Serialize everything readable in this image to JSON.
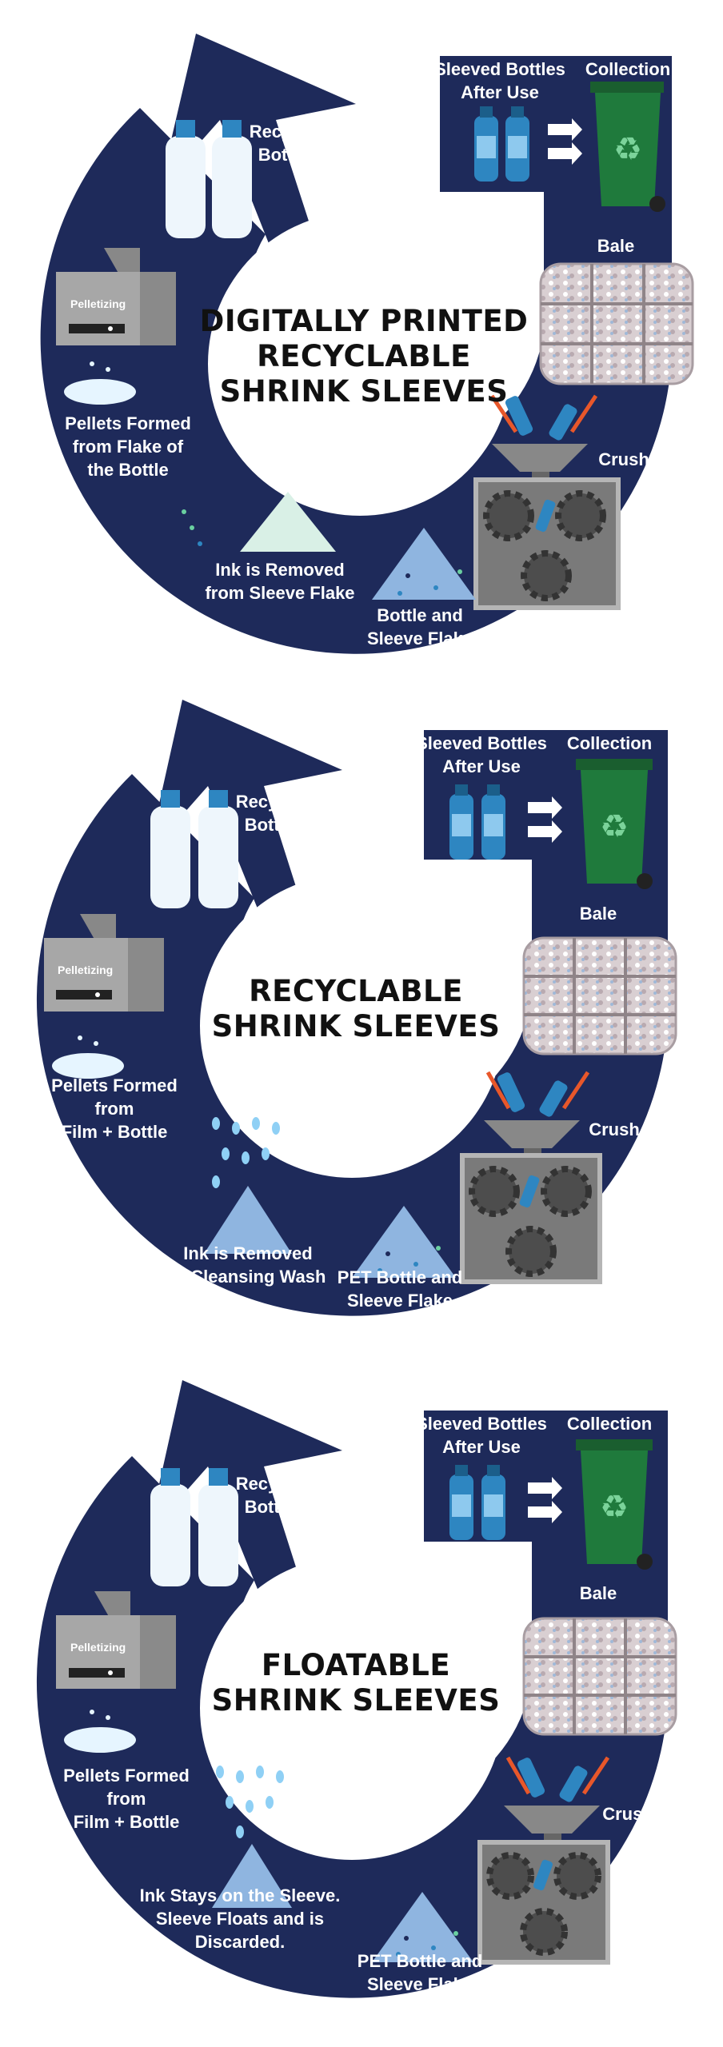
{
  "panels": [
    {
      "title": "DIGITALLY PRINTED\nRECYCLABLE\nSHRINK SLEEVES",
      "labels": {
        "sleeved_bottles": "Sleeved Bottles\nAfter Use",
        "collection": "Collection",
        "bale": "Bale",
        "crush": "Crush",
        "flake": "Bottle and\nSleeve Flake",
        "ink": "Ink is Removed\nfrom Sleeve Flake",
        "pellets": "Pellets Formed\nfrom Flake of\nthe Bottle",
        "pelletizing": "Pelletizing",
        "recycled": "Recycled\nBottles"
      }
    },
    {
      "title": "RECYCLABLE\nSHRINK SLEEVES",
      "labels": {
        "sleeved_bottles": "Sleeved Bottles\nAfter Use",
        "collection": "Collection",
        "bale": "Bale",
        "crush": "Crush",
        "flake": "PET Bottle and\nSleeve Flake",
        "ink": "Ink is Removed\nin Cleansing Wash",
        "pellets": "Pellets Formed\nfrom\nFilm + Bottle",
        "pelletizing": "Pelletizing",
        "recycled": "Recycled\nBottles"
      }
    },
    {
      "title": "FLOATABLE\nSHRINK SLEEVES",
      "labels": {
        "sleeved_bottles": "Sleeved Bottles\nAfter Use",
        "collection": "Collection",
        "bale": "Bale",
        "crush": "Crush",
        "flake": "PET Bottle and\nSleeve Flake",
        "ink": "Ink Stays on the Sleeve.\nSleeve Floats and is\nDiscarded.",
        "pellets": "Pellets Formed\nfrom\nFilm + Bottle",
        "pelletizing": "Pelletizing",
        "recycled": "Recycled\nBottles"
      }
    }
  ],
  "colors": {
    "navy": "#1e2a5a",
    "bin_green": "#1f7a3c",
    "bottle_blue": "#2e86c1",
    "arrow_orange": "#e8572a"
  },
  "icons": [
    "bottle-icon",
    "recycle-bin-icon",
    "bale-icon",
    "hopper-icon",
    "gear-icon",
    "crusher-icon",
    "pelletizer-icon",
    "flake-pile-icon",
    "water-drop-icon",
    "clear-bottle-icon",
    "arrow-icon"
  ]
}
